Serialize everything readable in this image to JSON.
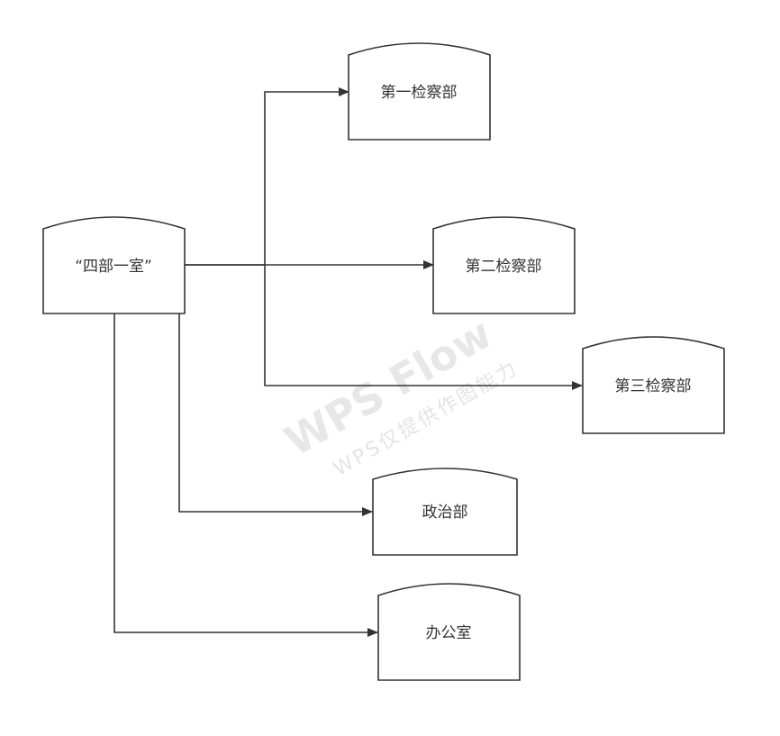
{
  "diagram": {
    "nodes": {
      "root": "“四部一室”",
      "dept1": "第一检察部",
      "dept2": "第二检察部",
      "dept3": "第三检察部",
      "political": "政治部",
      "office": "办公室"
    },
    "edges": [
      {
        "from": "root",
        "to": "dept1"
      },
      {
        "from": "root",
        "to": "dept2"
      },
      {
        "from": "root",
        "to": "dept3"
      },
      {
        "from": "root",
        "to": "political"
      },
      {
        "from": "root",
        "to": "office"
      }
    ]
  },
  "watermark": {
    "brand": "WPS Flow",
    "note": "WPS仅提供作图能力"
  },
  "colors": {
    "stroke": "#333333",
    "text": "#333333",
    "watermark": "#e6e6e6",
    "background": "#ffffff"
  }
}
